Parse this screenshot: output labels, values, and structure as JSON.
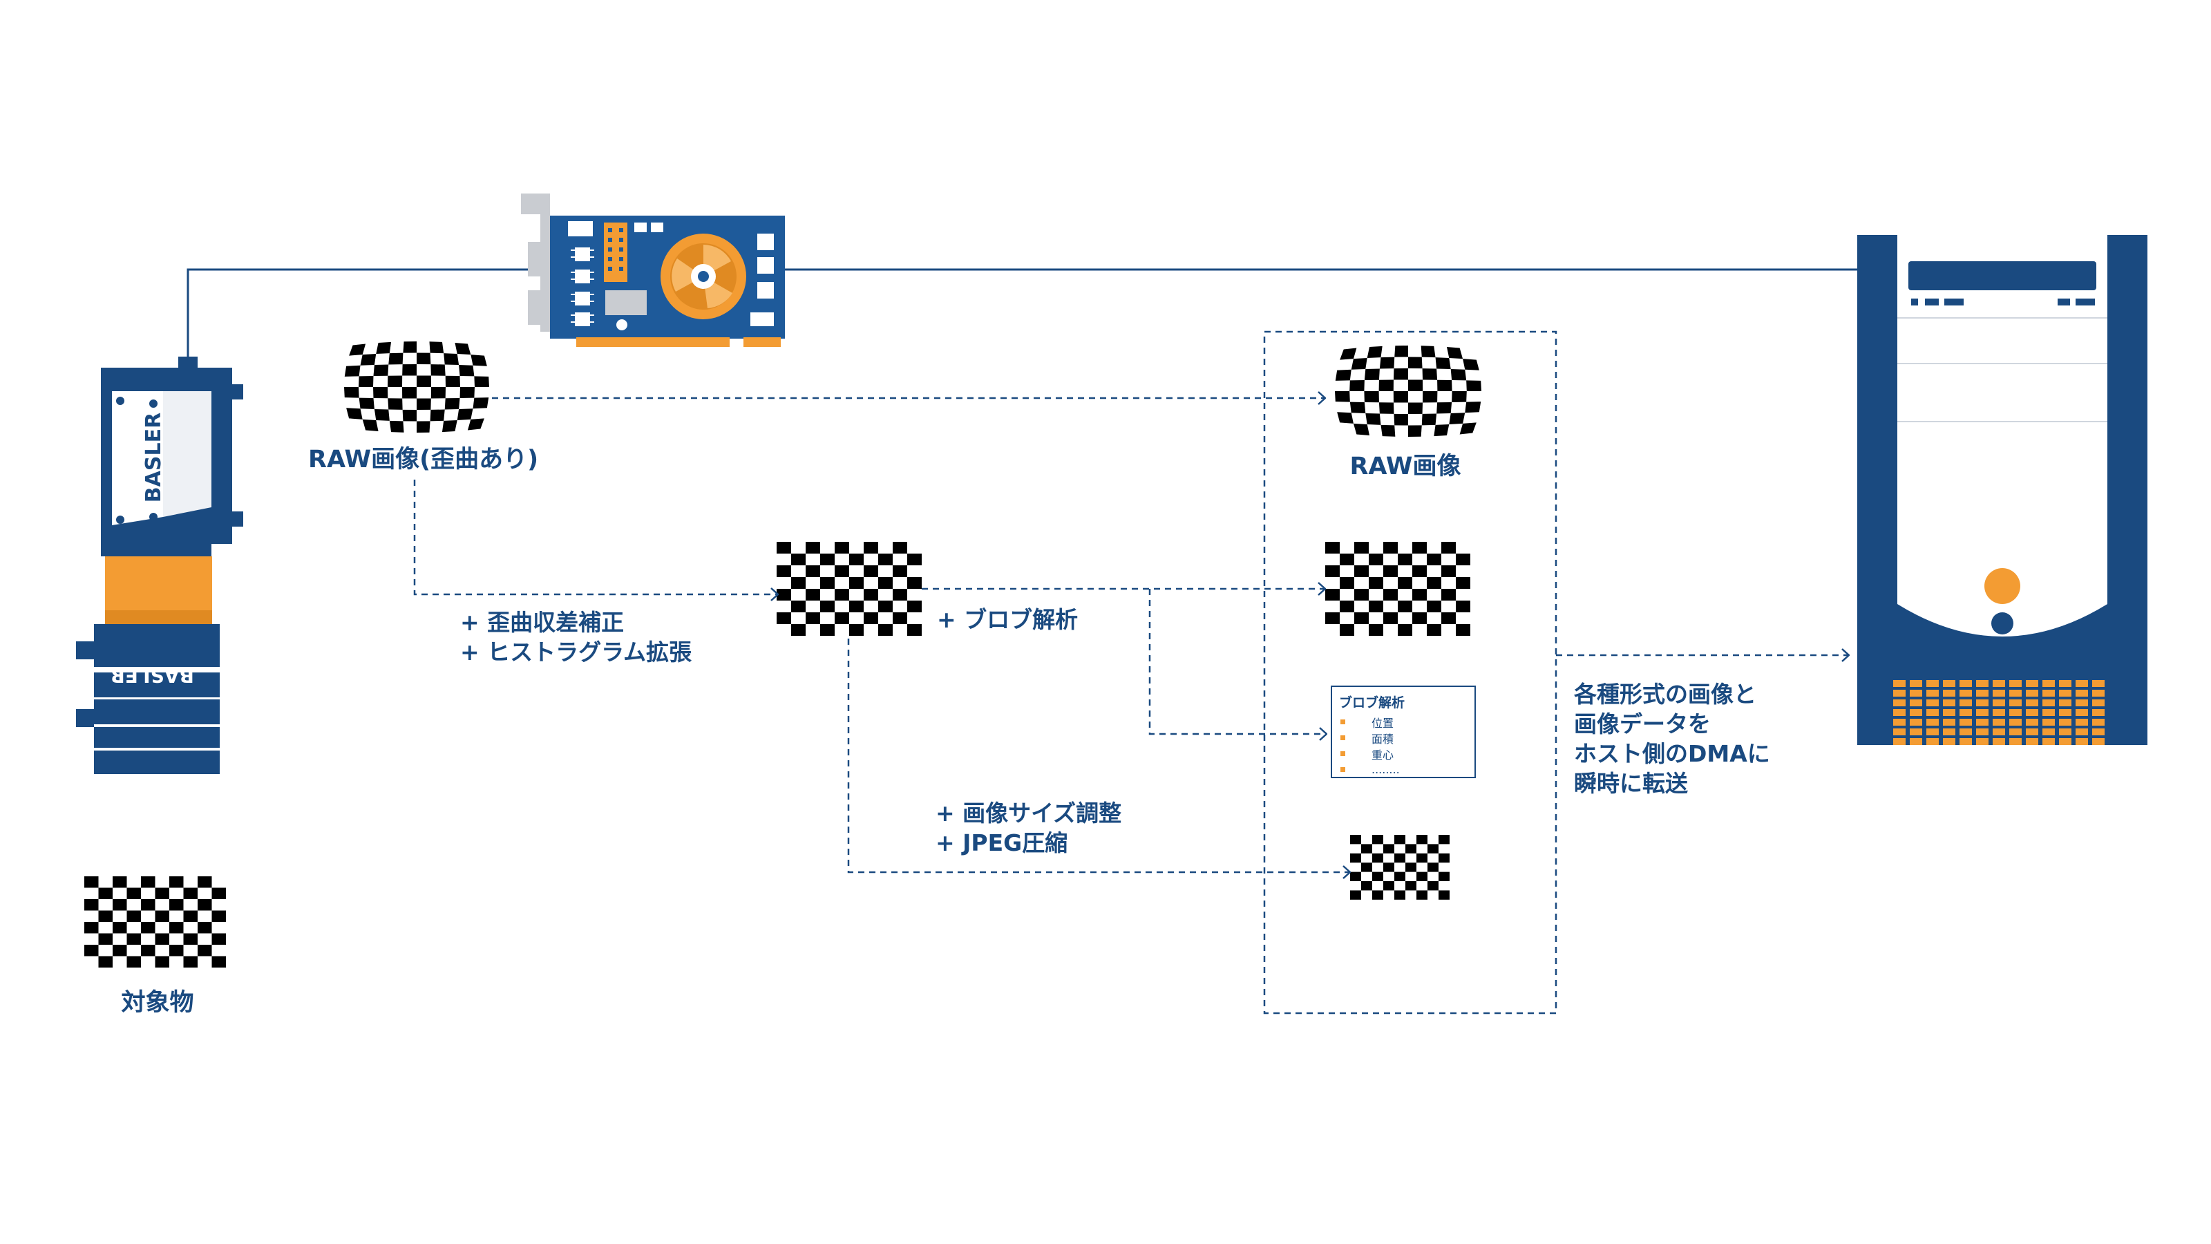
{
  "colors": {
    "navy": "#1a4a80",
    "orange": "#f39c33",
    "board_blue": "#1e5a9a",
    "white": "#ffffff",
    "gray": "#c9ccd1"
  },
  "icons": {
    "camera": "basler-camera-icon",
    "frame_grabber": "frame-grabber-card-icon",
    "host": "host-pc-tower-icon",
    "target": "checkerboard-target-icon"
  },
  "camera": {
    "brand": "BASLER"
  },
  "labels": {
    "target": "対象物",
    "raw_distorted": "RAW画像(歪曲あり)",
    "correction_steps": [
      "+ 歪曲収差補正",
      "+ ヒストラグラム拡張"
    ],
    "blob_step": "+ ブロブ解析",
    "resize_steps": [
      "+  画像サイズ調整",
      "+ JPEG圧縮"
    ],
    "raw_output": "RAW画像",
    "dma_note": [
      "各種形式の画像と",
      "画像データを",
      "ホスト側のDMAに",
      "瞬時に転送"
    ]
  },
  "blob_card": {
    "title": "ブロブ解析",
    "items": [
      "位置",
      "面積",
      "重心",
      "........"
    ]
  }
}
